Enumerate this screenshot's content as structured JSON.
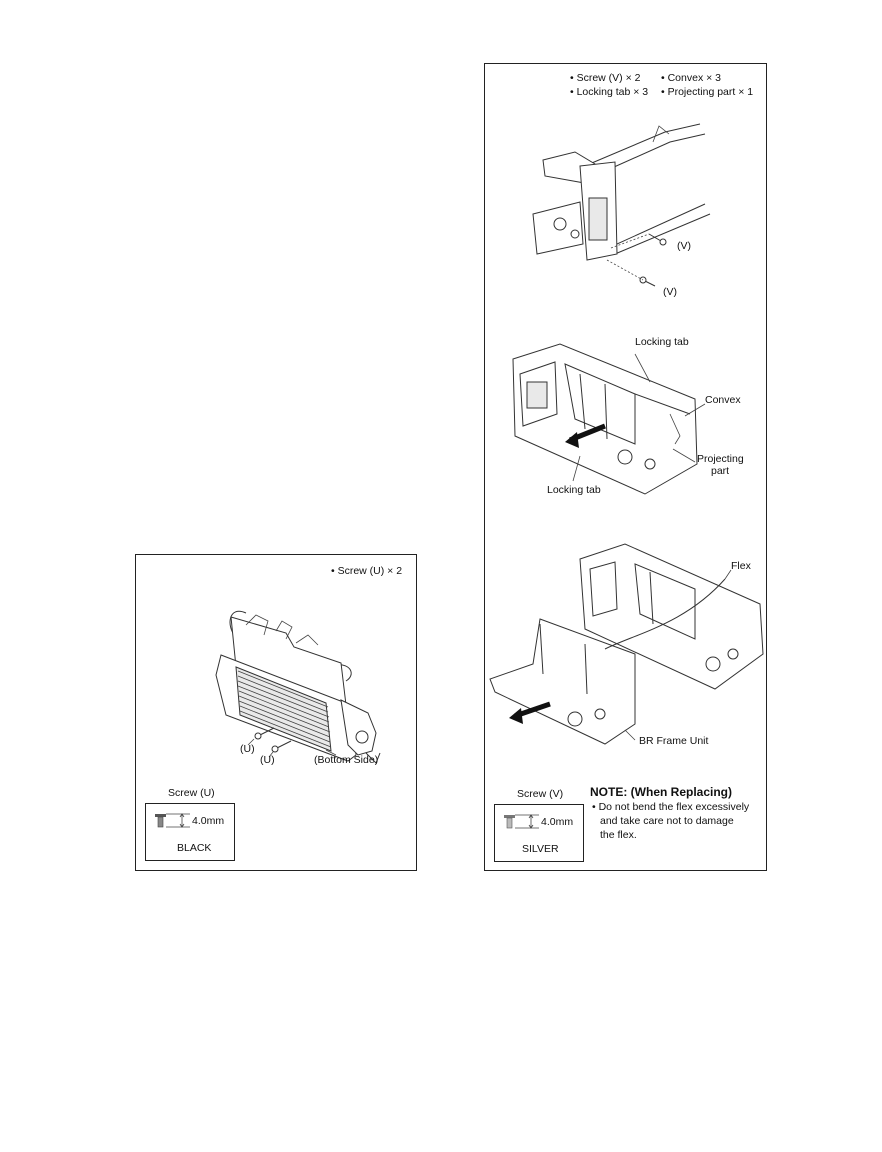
{
  "left_panel": {
    "header": "• Screw (U) × 2",
    "callouts": {
      "u1": "(U)",
      "u2": "(U)",
      "bottom_side": "(Bottom Side)"
    },
    "screw_title": "Screw (U)",
    "screw_size": "4.0mm",
    "screw_color": "BLACK"
  },
  "right_panel": {
    "header": {
      "col1": [
        "• Screw (V) × 2",
        "• Locking tab × 3"
      ],
      "col2": [
        "• Convex × 3",
        "• Projecting part × 1"
      ]
    },
    "step1": {
      "v1": "(V)",
      "v2": "(V)"
    },
    "step2": {
      "locking_tab_top": "Locking tab",
      "convex": "Convex",
      "projecting_1": "Projecting",
      "projecting_2": "part",
      "locking_tab_bottom": "Locking tab"
    },
    "step3": {
      "flex": "Flex",
      "br_frame_unit": "BR Frame Unit"
    },
    "screw_title": "Screw (V)",
    "screw_size": "4.0mm",
    "screw_color": "SILVER",
    "note": {
      "title": "NOTE: (When Replacing)",
      "lines": [
        "• Do not bend the flex excessively",
        "and take care not to damage",
        "the flex."
      ]
    }
  },
  "colors": {
    "border": "#222222",
    "line_art": "#333333",
    "background": "#ffffff"
  }
}
